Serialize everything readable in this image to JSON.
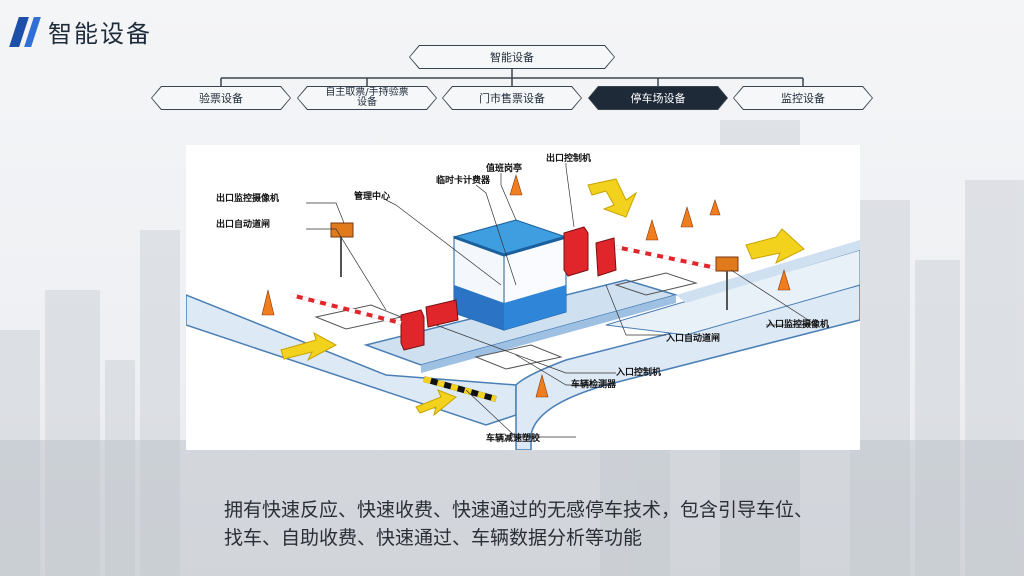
{
  "header": {
    "title": "智能设备"
  },
  "tree": {
    "root": "智能设备",
    "children": [
      {
        "label": "验票设备",
        "active": false
      },
      {
        "label": "自主取票/手持验票\n设备",
        "active": false
      },
      {
        "label": "门市售票设备",
        "active": false
      },
      {
        "label": "停车场设备",
        "active": true
      },
      {
        "label": "监控设备",
        "active": false
      }
    ]
  },
  "diagram": {
    "labels": {
      "booth": "值班岗亭",
      "exit_controller": "出口控制机",
      "temp_card_meter": "临时卡计费器",
      "management_center": "管理中心",
      "exit_camera": "出口监控摄像机",
      "exit_gate": "出口自动道闸",
      "entry_camera": "入口监控摄像机",
      "entry_gate": "入口自动道闸",
      "entry_controller": "入口控制机",
      "vehicle_detector": "车辆检测器",
      "speed_bump": "车辆减速塑胶"
    }
  },
  "caption": "拥有快速反应、快速收费、快速通过的无感停车技术，包含引导车位、找车、自助收费、快速通过、车辆数据分析等功能",
  "colors": {
    "accent": "#1c4fa8",
    "active_node": "#1f2a38",
    "booth_blue": "#2b8fd6",
    "machine_red": "#e0262a",
    "arrow_yellow": "#f2d21c"
  }
}
